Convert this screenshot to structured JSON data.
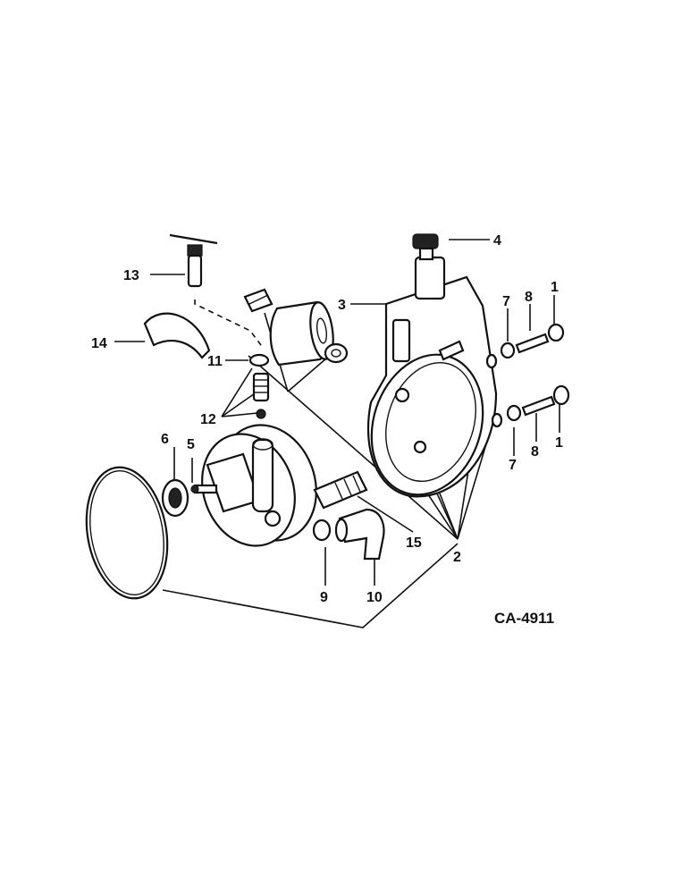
{
  "drawing_code": "CA-4911",
  "callouts": [
    {
      "id": "c13",
      "text": "13"
    },
    {
      "id": "c14",
      "text": "14"
    },
    {
      "id": "c11",
      "text": "11"
    },
    {
      "id": "c12",
      "text": "12"
    },
    {
      "id": "c6",
      "text": "6"
    },
    {
      "id": "c5",
      "text": "5"
    },
    {
      "id": "c9",
      "text": "9"
    },
    {
      "id": "c10",
      "text": "10"
    },
    {
      "id": "c15",
      "text": "15"
    },
    {
      "id": "c2",
      "text": "2"
    },
    {
      "id": "c3",
      "text": "3"
    },
    {
      "id": "c4",
      "text": "4"
    },
    {
      "id": "c7a",
      "text": "7"
    },
    {
      "id": "c8a",
      "text": "8"
    },
    {
      "id": "c1a",
      "text": "1"
    },
    {
      "id": "c7b",
      "text": "7"
    },
    {
      "id": "c8b",
      "text": "8"
    },
    {
      "id": "c1b",
      "text": "1"
    }
  ]
}
